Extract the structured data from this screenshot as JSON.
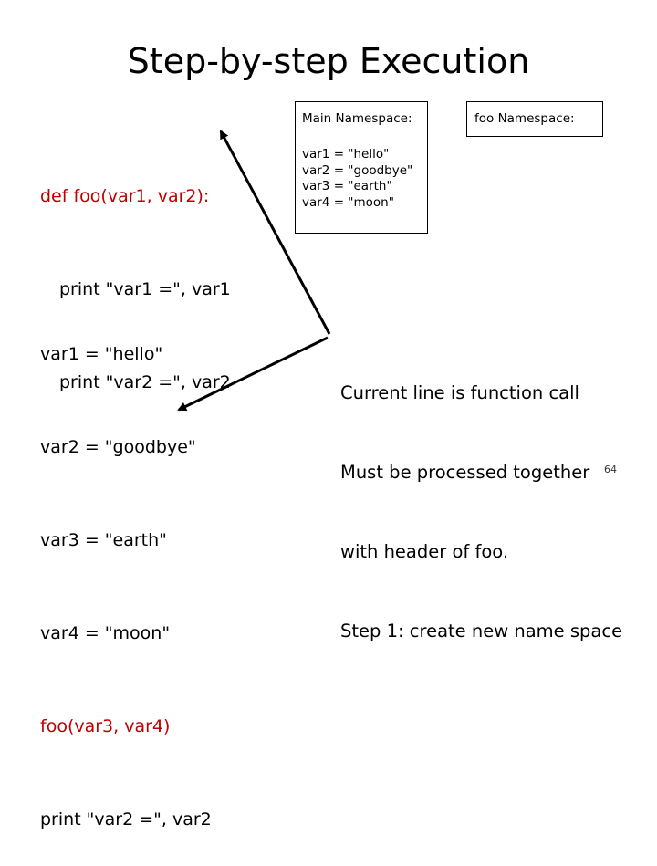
{
  "title": "Step-by-step Execution",
  "function_def": {
    "header": "def foo(var1, var2):",
    "body": [
      "print \"var1 =\", var1",
      "print \"var2 =\", var2"
    ]
  },
  "main_code": {
    "lines": [
      "var1 = \"hello\"",
      "var2 = \"goodbye\"",
      "var3 = \"earth\"",
      "var4 = \"moon\""
    ],
    "call_line": "foo(var3, var4)",
    "last_line": "print \"var2 =\", var2"
  },
  "main_namespace": {
    "label": "Main Namespace:",
    "vars": [
      "var1 = \"hello\"",
      "var2 = \"goodbye\"",
      "var3 = \"earth\"",
      "var4 = \"moon\""
    ]
  },
  "foo_namespace": {
    "label": "foo Namespace:"
  },
  "note": {
    "lines": [
      "Current line is function call",
      "Must be processed together",
      "with header of foo.",
      "Step 1: create new name space"
    ]
  },
  "page_number": "64",
  "colors": {
    "highlight": "#c00000",
    "text": "#000000"
  }
}
